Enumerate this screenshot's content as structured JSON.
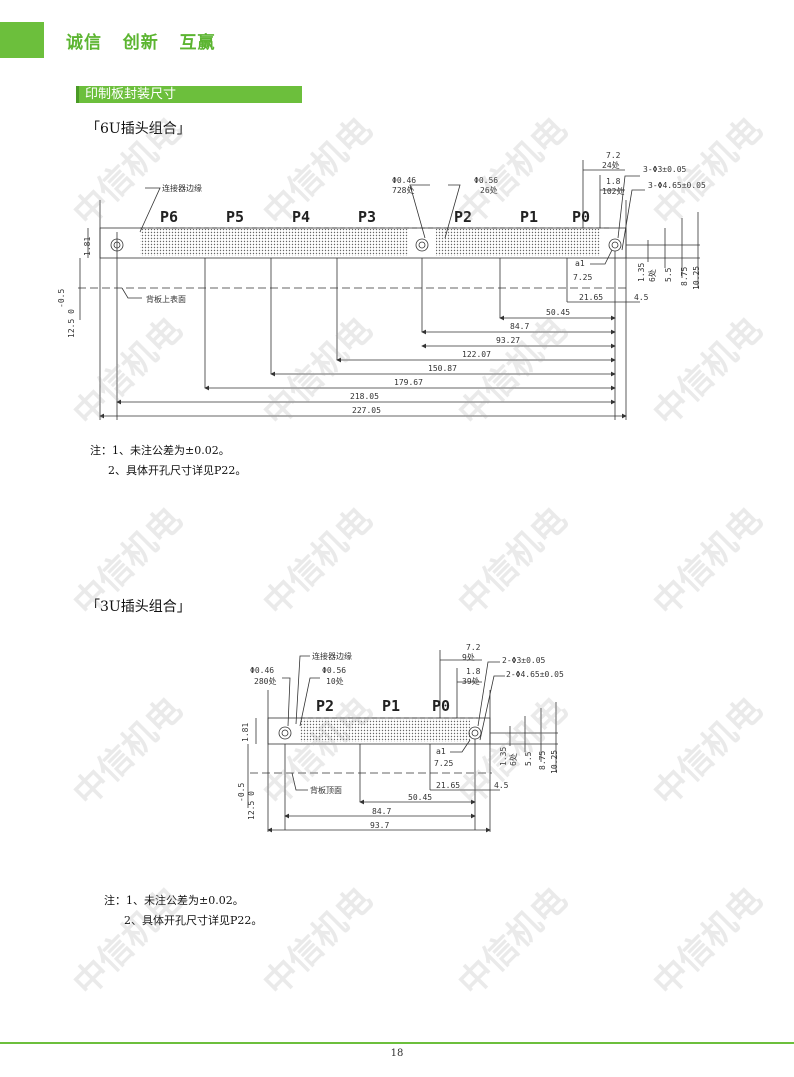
{
  "header": {
    "slogan": "诚信   创新   互赢",
    "accent_color": "#6cbf3c"
  },
  "section": {
    "title": "印制板封装尺寸"
  },
  "figure6u": {
    "title": "「6U插头组合」",
    "slots": [
      "P6",
      "P5",
      "P4",
      "P3",
      "P2",
      "P1",
      "P0"
    ],
    "labels": {
      "connector_edge": "连接器边缘",
      "back_surface": "背板上表面",
      "hole_dia_046": "Φ0.46",
      "hole_count_728": "728处",
      "hole_dia_056": "Φ0.56",
      "hole_count_26": "26处",
      "dim_7_2": "7.2",
      "count_24": "24处",
      "dim_1_8": "1.8",
      "count_102": "102处",
      "hole_3_phi3": "3-Φ3±0.05",
      "hole_3_phi465": "3-Φ4.65±0.05",
      "a1": "a1",
      "dim_7_25": "7.25",
      "dim_1_35": "1.35",
      "count_6": "6处",
      "dim_5_5": "5.5",
      "dim_8_75": "8.75",
      "dim_10_25": "10.25",
      "dim_21_65": "21.65",
      "dim_4_5": "4.5",
      "dim_1_81": "1.81",
      "dim_0_5": "-0.5",
      "dim_12_5_0": "12.5 0"
    },
    "dims_horizontal": [
      "50.45",
      "84.7",
      "93.27",
      "122.07",
      "150.87",
      "179.67",
      "218.05",
      "227.05"
    ]
  },
  "notes6u": {
    "line1": "注：1、未注公差为±0.02。",
    "line2": "2、具体开孔尺寸详见P22。"
  },
  "figure3u": {
    "title": "「3U插头组合」",
    "slots": [
      "P2",
      "P1",
      "P0"
    ],
    "labels": {
      "connector_edge": "连接器边缘",
      "back_surface": "背板顶面",
      "hole_dia_046": "Φ0.46",
      "hole_count_280": "280处",
      "hole_dia_056": "Φ0.56",
      "hole_count_10": "10处",
      "dim_7_2": "7.2",
      "count_9": "9处",
      "dim_1_8": "1.8",
      "count_39": "39处",
      "hole_2_phi3": "2-Φ3±0.05",
      "hole_2_phi465": "2-Φ4.65±0.05",
      "a1": "a1",
      "dim_7_25": "7.25",
      "dim_1_35": "1.35",
      "count_6": "6处",
      "dim_5_5": "5.5",
      "dim_8_75": "8.75",
      "dim_10_25": "10.25",
      "dim_21_65": "21.65",
      "dim_4_5": "4.5",
      "dim_1_81": "1.81",
      "dim_0_5": "-0.5",
      "dim_12_5_0": "12.5 0"
    },
    "dims_horizontal": [
      "50.45",
      "84.7",
      "93.7"
    ]
  },
  "notes3u": {
    "line1": "注：1、未注公差为±0.02。",
    "line2": "2、具体开孔尺寸详见P22。"
  },
  "watermark": {
    "text": "中信机电"
  },
  "footer": {
    "page_number": "18"
  }
}
